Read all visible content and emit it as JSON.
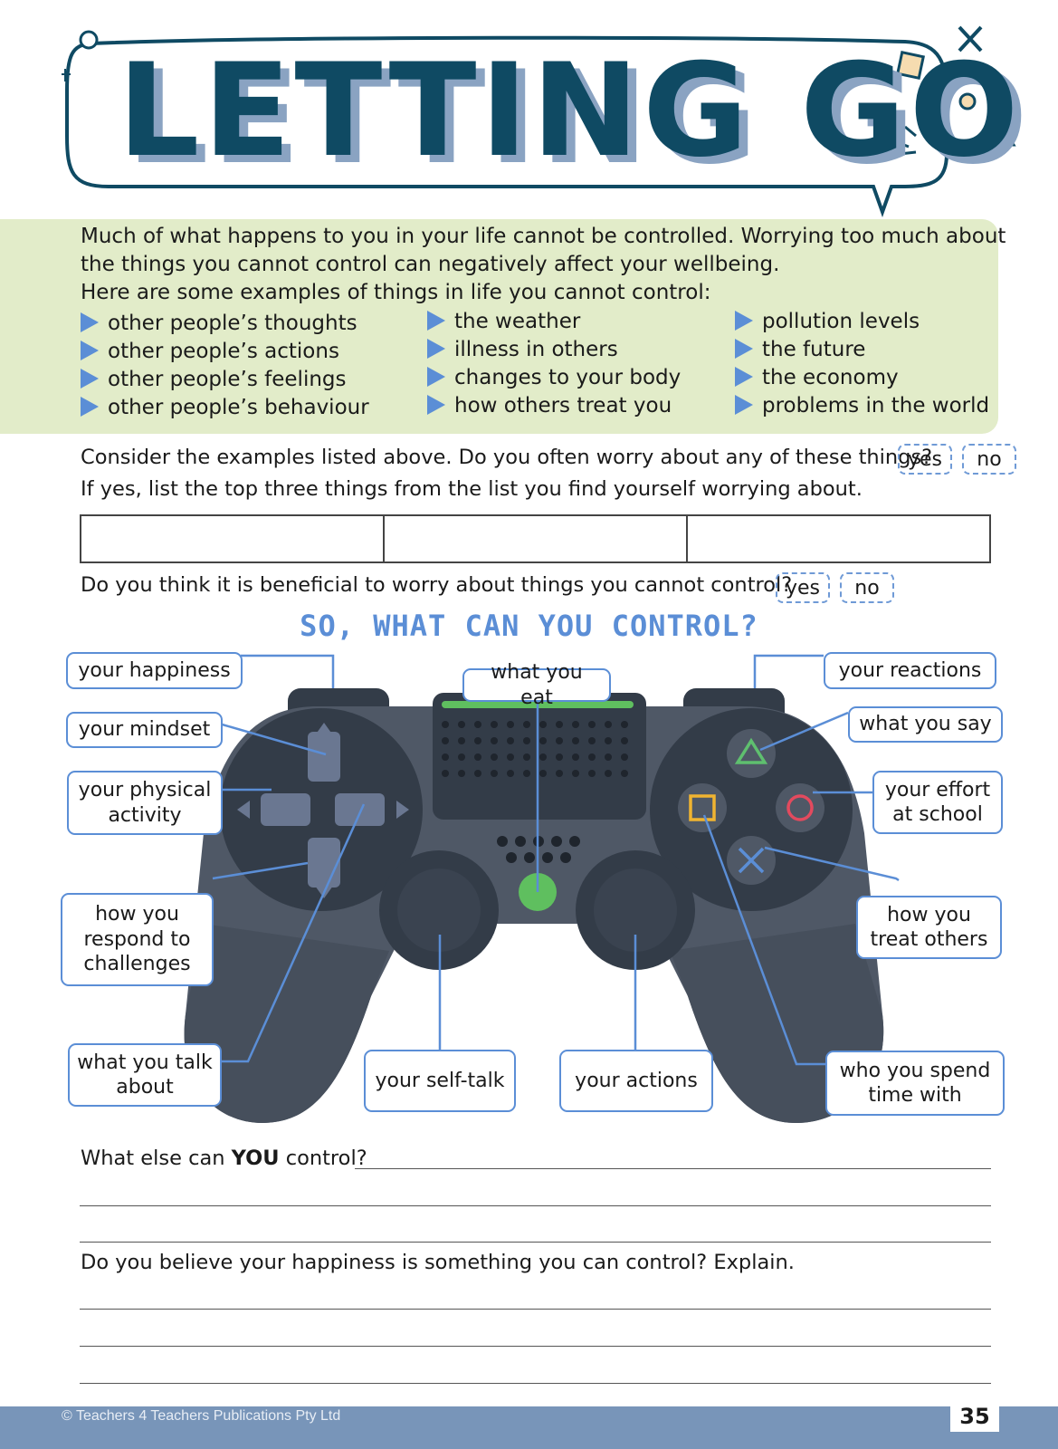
{
  "title": "LETTING GO",
  "intro": {
    "lines": [
      "Much of what happens to you in your life cannot be controlled. Worrying too much about",
      "the things you cannot control can negatively affect your wellbeing.",
      "Here are some examples of things in life you cannot control:"
    ],
    "columns": [
      [
        "other people’s thoughts",
        "other people’s actions",
        "other people’s feelings",
        "other people’s behaviour"
      ],
      [
        "the weather",
        "illness in others",
        "changes to your body",
        "how others treat you"
      ],
      [
        "pollution levels",
        "the future",
        "the economy",
        "problems in the world"
      ]
    ]
  },
  "question1": {
    "text": "Consider the examples listed above. Do you often worry about any of these things?",
    "yes": "yes",
    "no": "no"
  },
  "question1b": "If yes, list the top three things from the list you find yourself worrying about.",
  "question2": {
    "text": "Do you think it is beneficial to worry about things you cannot control?",
    "yes": "yes",
    "no": "no"
  },
  "section_heading": "SO, WHAT CAN YOU CONTROL?",
  "controller_labels": {
    "happiness": "your happiness",
    "mindset": "your mindset",
    "physical": "your physical activity",
    "challenges": "how you respond to challenges",
    "talk": "what you talk about",
    "selftalk": "your self-talk",
    "actions": "your actions",
    "eat": "what you eat",
    "reactions": "your reactions",
    "say": "what you say",
    "effort": "your effort at school",
    "treat": "how you treat others",
    "spend": "who you spend time with"
  },
  "question3": {
    "before": "What else can ",
    "bold": "YOU",
    "after": " control?"
  },
  "question4": "Do you believe your happiness is something you can control? Explain.",
  "footer": {
    "copyright_symbol": "©",
    "publisher": "Teachers 4 Teachers Publications Pty Ltd",
    "page_number": "35"
  },
  "colors": {
    "title": "#0f4a63",
    "title_shadow": "#8aa3c2",
    "accent_blue": "#5b8ed6",
    "intro_bg": "#e2ecc9",
    "controller_body": "#4f5866",
    "controller_dark": "#333c48",
    "footer_bg": "#7895b9"
  }
}
